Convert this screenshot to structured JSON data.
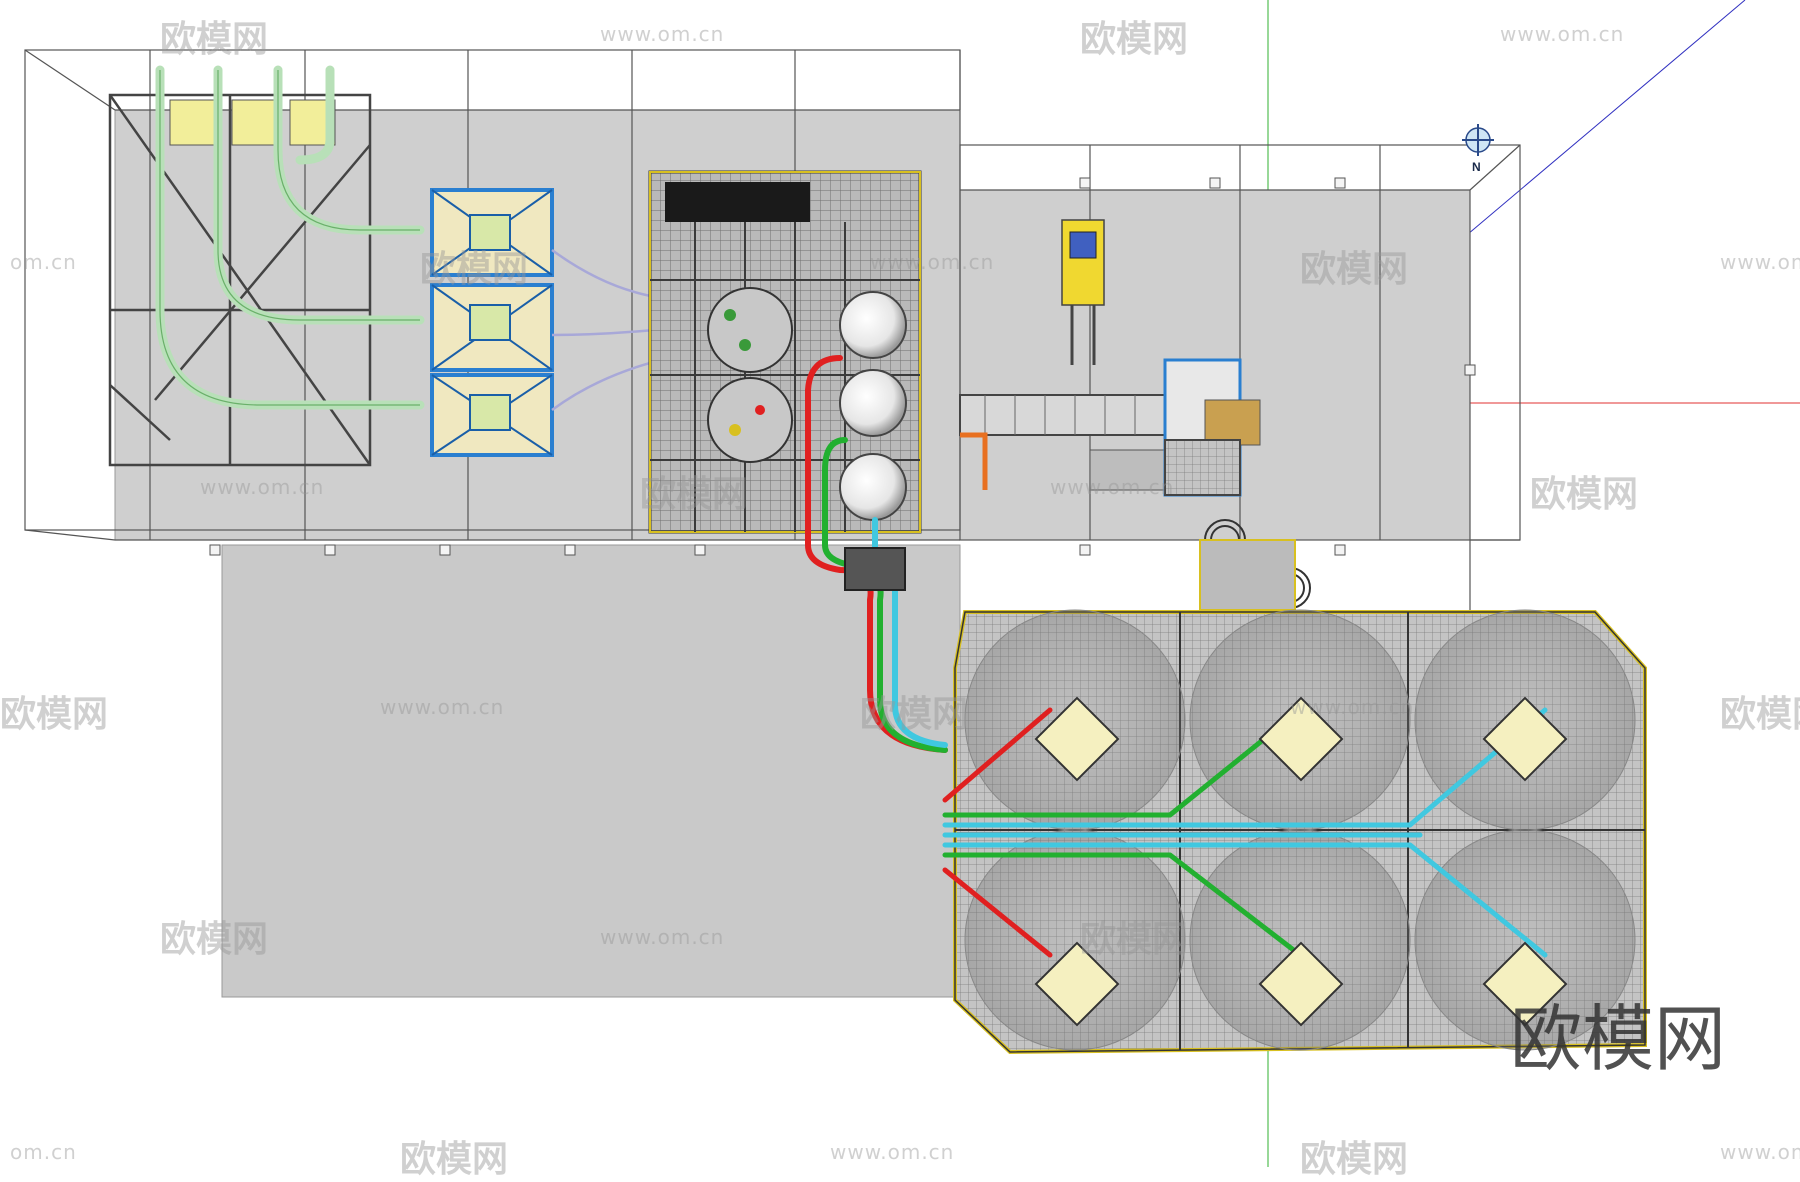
{
  "watermarks": {
    "brand": "欧模网",
    "url": "www.om.cn",
    "url_short": "om.cn",
    "big": "欧模网"
  },
  "compass": {
    "label": "N"
  },
  "colors": {
    "hot_pipe": "#e02020",
    "green_pipe": "#22b030",
    "cyan_pipe": "#40c8e0",
    "orange_pipe": "#e87020",
    "frame_blue": "#2a7fd0",
    "deck_yellow": "#e0c830",
    "floor_grey": "#cfcfcf",
    "axis_green": "#30b030",
    "axis_red": "#e03030",
    "axis_blue": "#3030c0"
  },
  "icons": [
    "compass-icon",
    "forklift-icon",
    "tank-icon",
    "cooling-fan-icon",
    "pump-icon",
    "pipe-coil-icon"
  ]
}
